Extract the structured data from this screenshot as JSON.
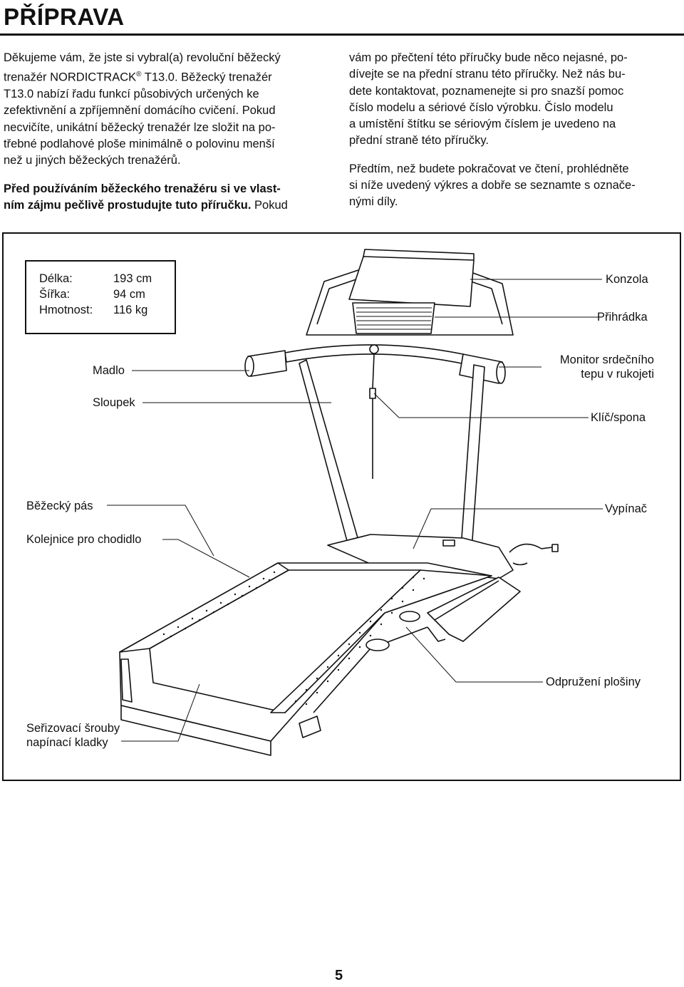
{
  "heading": "PŘÍPRAVA",
  "left_column": {
    "intro_lines": [
      "Děkujeme vám, že jste si vybral(a) revoluční běžecký",
      "trenažér NORDICTRACK",
      "T13.0 nabízí řadu funkcí působivých určených ke",
      "zefektivnění a zpříjemnění domácího cvičení. Pokud",
      "necvičíte, unikátní běžecký trenažér lze složit na po-",
      "třebné podlahové ploše minimálně o polovinu menší",
      "než u jiných běžeckých trenažérů."
    ],
    "trademark": "®",
    "model_suffix": " T13.0. Běžecký trenažér",
    "bold_line1": "Před používáním běžeckého trenažéru si ve vlast-",
    "bold_line2": "ním zájmu pečlivě prostudujte tuto příručku.",
    "bold_after": " Pokud"
  },
  "right_column": {
    "para1": [
      "vám po přečtení této příručky bude něco nejasné, po-",
      "dívejte se na přední stranu této příručky. Než nás bu-",
      "dete kontaktovat, poznamenejte si pro snazší pomoc",
      "číslo modelu a sériové číslo výrobku. Číslo modelu",
      "a umístění štítku se sériovým číslem je uvedeno na",
      "přední straně této příručky."
    ],
    "para2": [
      "Předtím, než budete pokračovat ve čtení, prohlédněte",
      "si níže uvedený výkres a dobře se seznamte s označe-",
      "nými díly."
    ]
  },
  "specs": [
    {
      "label": "Délka:",
      "value": "193 cm"
    },
    {
      "label": "Šířka:",
      "value": "94 cm"
    },
    {
      "label": "Hmotnost:",
      "value": "116 kg"
    }
  ],
  "labels": {
    "konzola": "Konzola",
    "prihradka": "Přihrádka",
    "monitor": [
      "Monitor srdečního",
      "tepu v rukojeti"
    ],
    "klic": "Klíč/spona",
    "madlo": "Madlo",
    "sloupek": "Sloupek",
    "bezecky_pas": "Běžecký pás",
    "vypinac": "Vypínač",
    "kolejnice": "Kolejnice pro chodidlo",
    "odpruzeni": "Odpružení plošiny",
    "serizovaci": [
      "Seřizovací šrouby",
      "napínací kladky"
    ]
  },
  "page_number": "5"
}
